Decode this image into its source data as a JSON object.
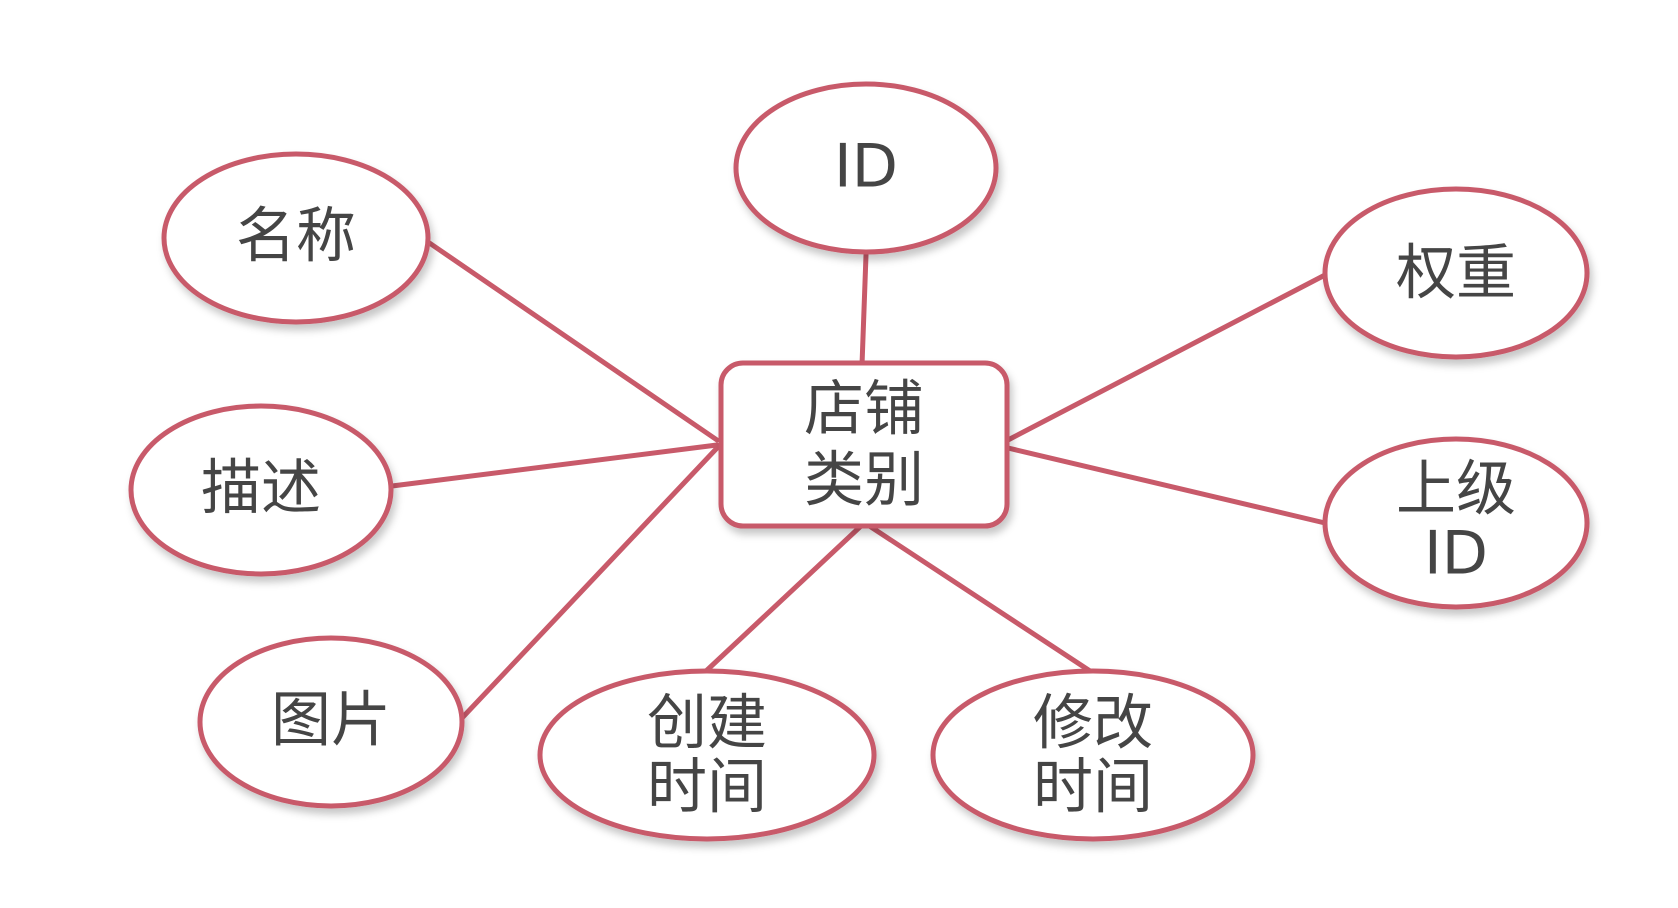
{
  "diagram": {
    "center": {
      "line1": "店铺",
      "line2": "类别"
    },
    "attributes": {
      "id": "ID",
      "name": "名称",
      "description": "描述",
      "image": "图片",
      "created_time": {
        "line1": "创建",
        "line2": "时间"
      },
      "modified_time": {
        "line1": "修改",
        "line2": "时间"
      },
      "weight": "权重",
      "parent_id": {
        "line1": "上级",
        "line2": "ID"
      }
    },
    "colors": {
      "stroke": "#c85a6a",
      "text": "#454545",
      "background": "#ffffff"
    }
  }
}
